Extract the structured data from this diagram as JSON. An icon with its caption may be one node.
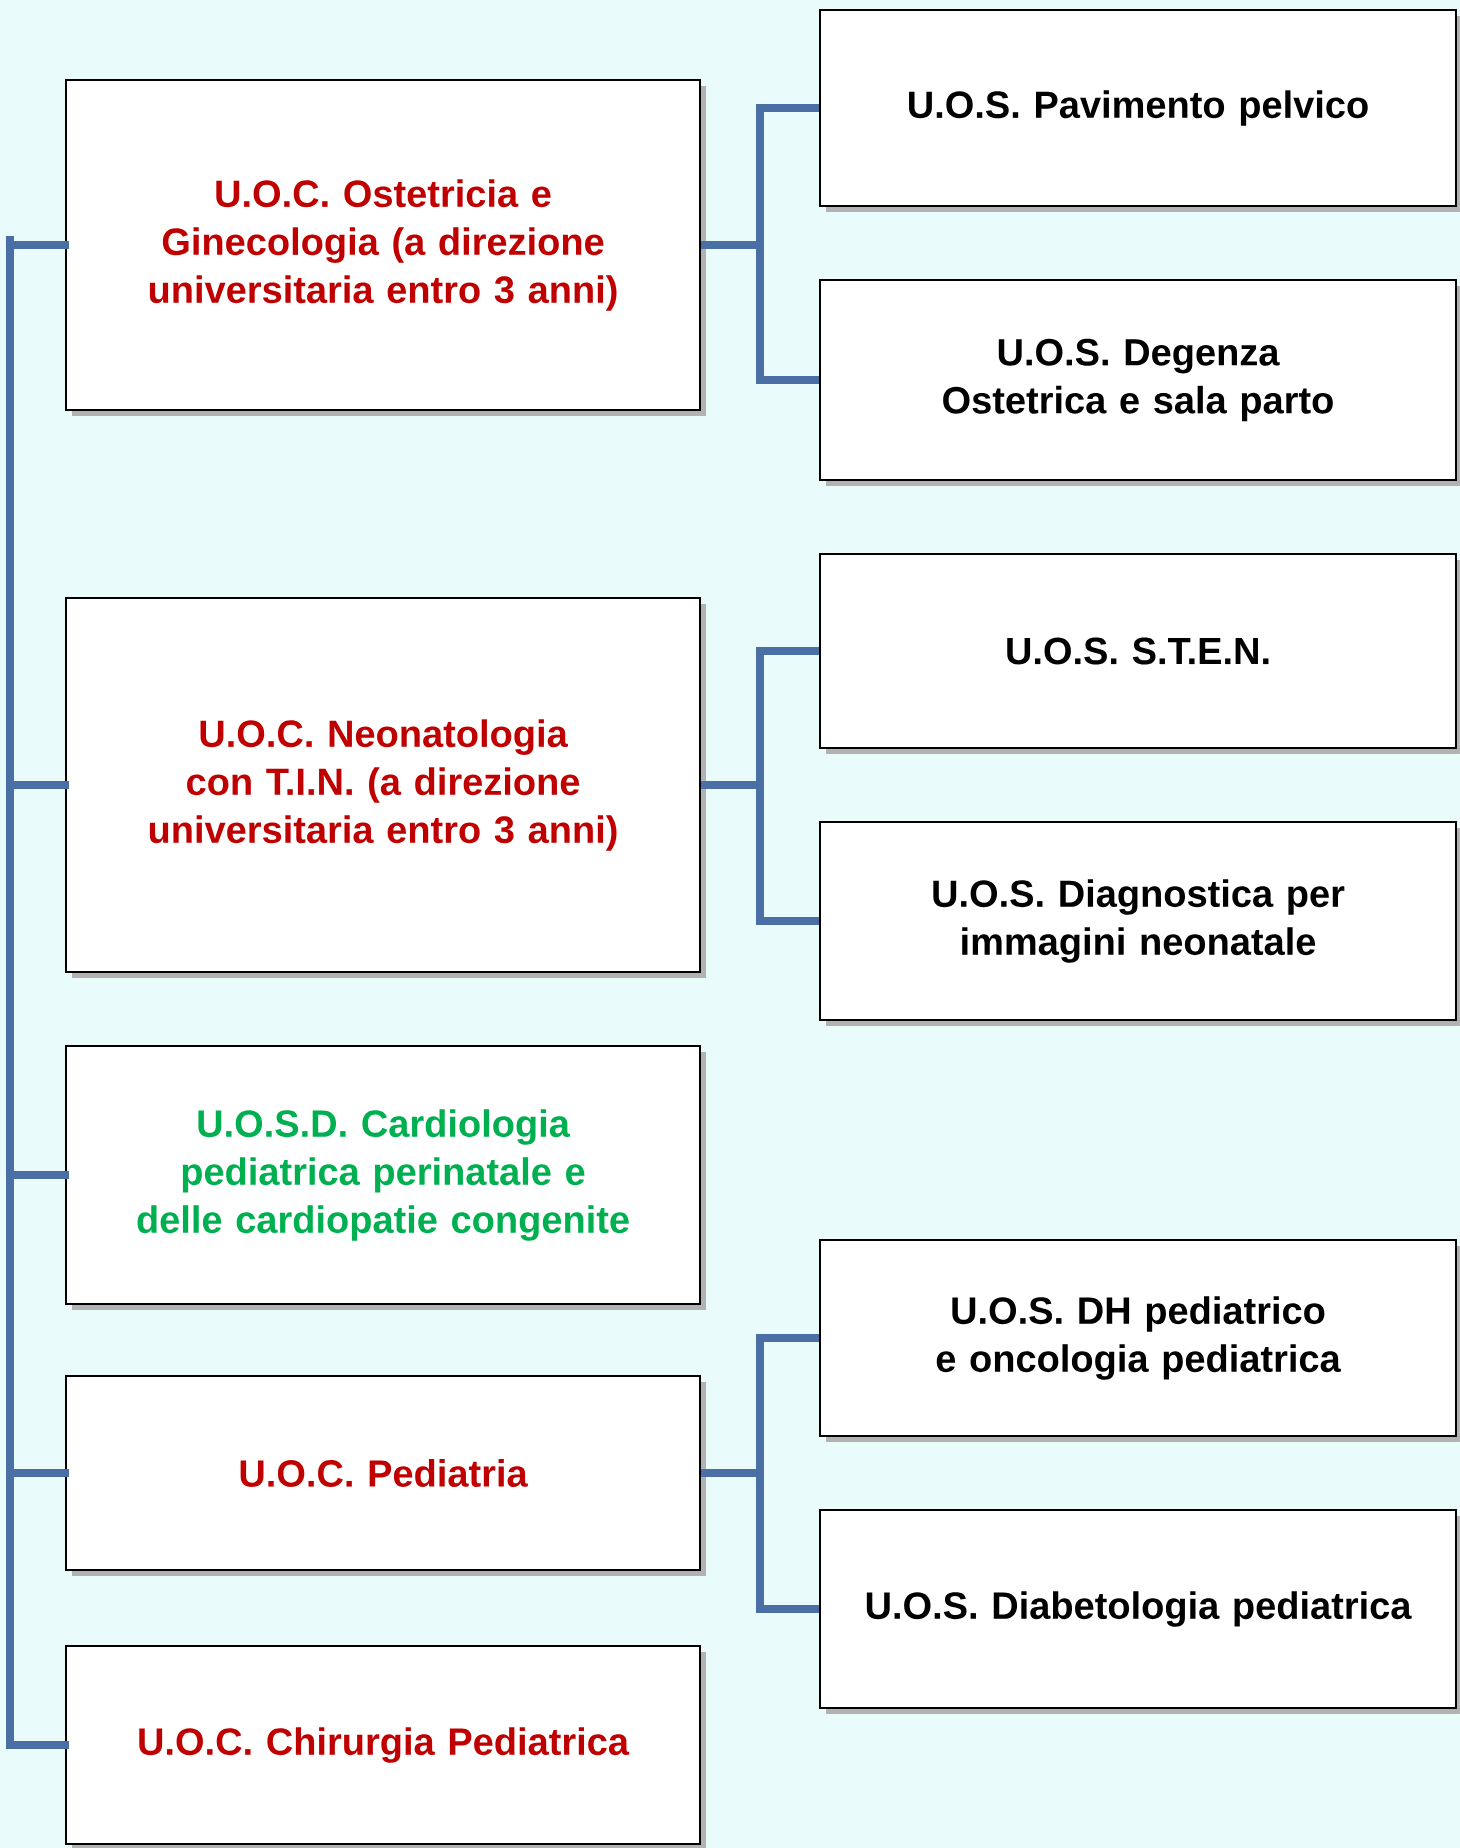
{
  "diagram": {
    "nodes": [
      {
        "text": [
          "U.O.C. Ostetricia e Ginecologia (a direzione universitaria entro 3 anni)"
        ]
      },
      {
        "text": [
          "U.O.S. Pavimento pelvico"
        ]
      },
      {
        "text": [
          "U.O.S. Degenza Ostetrica e sala parto"
        ]
      },
      {
        "text": [
          "U.O.C. Neonatologia con T.I.N. (a direzione universitaria entro 3 anni)"
        ]
      },
      {
        "text": [
          "U.O.S. S.T.E.N."
        ]
      },
      {
        "text": [
          "U.O.S. Diagnostica per immagini neonatale"
        ]
      },
      {
        "text": [
          "U.O.S.D. Cardiologia pediatrica perinatale e delle cardiopatie congenite"
        ]
      },
      {
        "text": [
          "U.O.C. Pediatria"
        ]
      },
      {
        "text": [
          "U.O.S. DH pediatrico e oncologia pediatrica"
        ]
      },
      {
        "text": [
          "U.O.S. Diabetologia pediatrica"
        ]
      },
      {
        "text": [
          "U.O.C. Chirurgia Pediatrica"
        ]
      }
    ],
    "edges": [
      {
        "from": null,
        "to": 0,
        "arrow": "none"
      },
      {
        "from": null,
        "to": 3,
        "arrow": "none"
      },
      {
        "from": null,
        "to": 6,
        "arrow": "none"
      },
      {
        "from": null,
        "to": 7,
        "arrow": "none"
      },
      {
        "from": null,
        "to": 10,
        "arrow": "none"
      },
      {
        "from": 0,
        "to": 1,
        "arrow": "none"
      },
      {
        "from": 0,
        "to": 2,
        "arrow": "none"
      },
      {
        "from": 3,
        "to": 4,
        "arrow": "none"
      },
      {
        "from": 3,
        "to": 5,
        "arrow": "none"
      },
      {
        "from": 7,
        "to": 8,
        "arrow": "none"
      },
      {
        "from": 7,
        "to": 9,
        "arrow": "none"
      }
    ]
  }
}
